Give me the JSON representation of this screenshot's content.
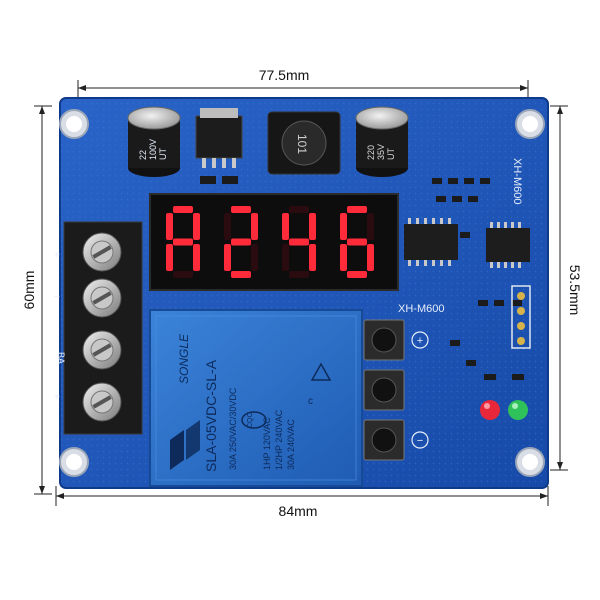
{
  "dimensions": {
    "top_width": "77.5mm",
    "bottom_width": "84mm",
    "left_height": "60mm",
    "right_height": "53.5mm"
  },
  "display": {
    "digits": [
      "A",
      "2",
      "4",
      "6"
    ],
    "segment_color": "#ff2a3a"
  },
  "board": {
    "model_label": "XH-M600",
    "model_label_vertical": "XH-M600",
    "pcb_color": "#1e55b8"
  },
  "relay": {
    "brand": "SONGLE",
    "model": "SLA-05VDC-SL-A",
    "ratings": [
      "30A 250VAC/30VDC",
      "1HP 120VAC",
      "1/2HP 240VAC",
      "30A 240VAC"
    ],
    "cqc": "CQC"
  },
  "capacitors": {
    "left": [
      "22",
      "100V",
      "UT"
    ],
    "right": [
      "220",
      "35V",
      "UT"
    ]
  },
  "inductor": {
    "label": "101"
  },
  "buttons": {
    "plus": "+",
    "minus": "−"
  },
  "terminals": {
    "labels": [
      "+",
      "−",
      "BA",
      "+"
    ]
  },
  "leds": {
    "red": "#e8283a",
    "green": "#2fc25a"
  }
}
